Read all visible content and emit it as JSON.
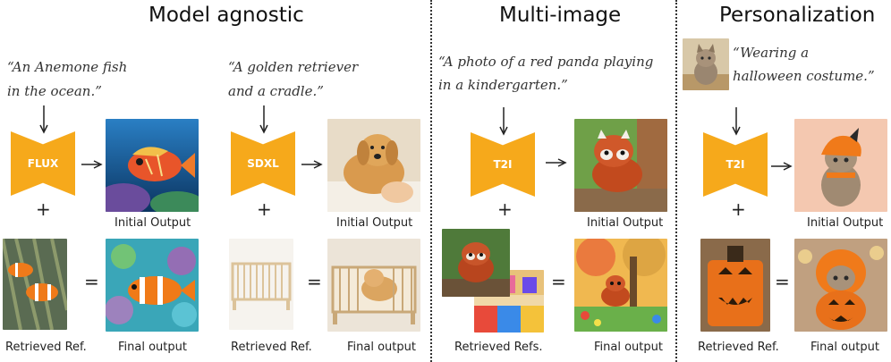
{
  "sections": [
    {
      "title": "Model agnostic",
      "examples": [
        {
          "prompt_line1": "“An Anemone fish",
          "prompt_line2": "in the ocean.”",
          "model": "FLUX",
          "initial_caption": "Initial Output",
          "ref_caption": "Retrieved Ref.",
          "final_caption": "Final output"
        },
        {
          "prompt_line1": "“A golden retriever",
          "prompt_line2": "and a cradle.”",
          "model": "SDXL",
          "initial_caption": "Initial Output",
          "ref_caption": "Retrieved Ref.",
          "final_caption": "Final output"
        }
      ]
    },
    {
      "title": "Multi-image",
      "examples": [
        {
          "prompt_line1": "“A photo of a red panda playing",
          "prompt_line2": "in a kindergarten.”",
          "model": "T2I",
          "initial_caption": "Initial Output",
          "ref_caption": "Retrieved Refs.",
          "final_caption": "Final output"
        }
      ]
    },
    {
      "title": "Personalization",
      "examples": [
        {
          "prompt_line1": "“Wearing a",
          "prompt_line2": "halloween costume.”",
          "model": "T2I",
          "initial_caption": "Initial Output",
          "ref_caption": "Retrieved Ref.",
          "final_caption": "Final output"
        }
      ]
    }
  ],
  "symbols": {
    "plus": "+",
    "equals": "="
  },
  "colors": {
    "model_fill": "#f6a91b",
    "divider": "#333333"
  },
  "images": [
    "anemone-fish-initial",
    "clownfish-reference",
    "clownfish-final",
    "golden-retriever-initial",
    "cradle-reference",
    "retriever-in-cradle-final",
    "red-panda-initial",
    "red-panda-reference",
    "kindergarten-reference",
    "red-panda-kindergarten-final",
    "cat-input-photo",
    "cat-halloween-initial",
    "pumpkin-costume-reference",
    "cat-pumpkin-costume-final"
  ]
}
